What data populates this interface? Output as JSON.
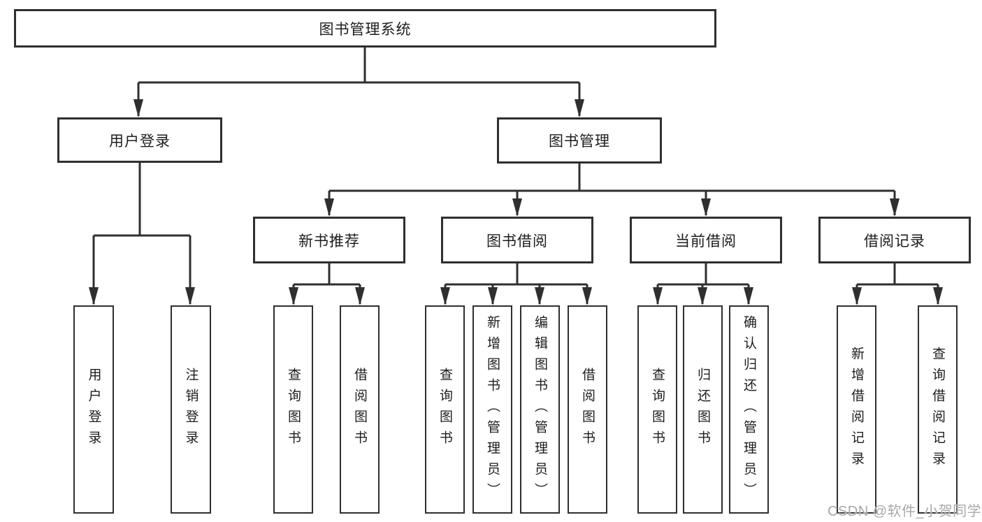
{
  "title": "图书管理系统",
  "watermark": "CSDN @软件_小贺同学",
  "colors": {
    "background": "#ffffff",
    "box_border": "#2f2f2f",
    "connector_line": "#2f2f2f",
    "text": "#1d1d1d",
    "watermark_text": "#a8a8a8"
  },
  "tree": {
    "label": "图书管理系统",
    "children": [
      {
        "label": "用户登录",
        "children": [
          {
            "label": "用户登录"
          },
          {
            "label": "注销登录"
          }
        ]
      },
      {
        "label": "图书管理",
        "children": [
          {
            "label": "新书推荐",
            "children": [
              {
                "label": "查询图书"
              },
              {
                "label": "借阅图书"
              }
            ]
          },
          {
            "label": "图书借阅",
            "children": [
              {
                "label": "查询图书"
              },
              {
                "label": "新增图书（管理员）"
              },
              {
                "label": "编辑图书（管理员）"
              },
              {
                "label": "借阅图书"
              }
            ]
          },
          {
            "label": "当前借阅",
            "children": [
              {
                "label": "查询图书"
              },
              {
                "label": "归还图书"
              },
              {
                "label": "确认归还（管理员）"
              }
            ]
          },
          {
            "label": "借阅记录",
            "children": [
              {
                "label": "新增借阅记录"
              },
              {
                "label": "查询借阅记录"
              }
            ]
          }
        ]
      }
    ]
  }
}
